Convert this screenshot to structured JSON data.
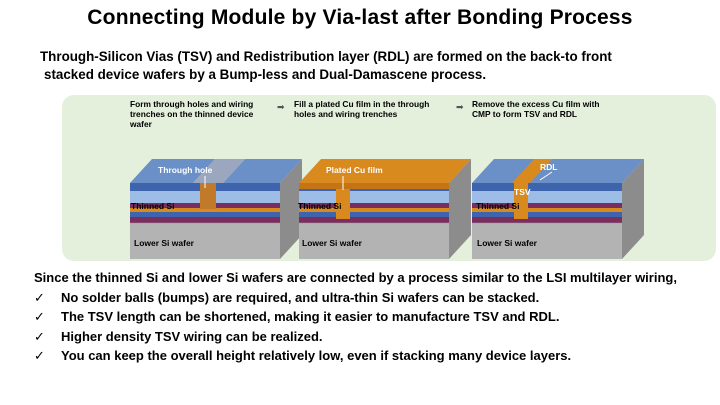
{
  "title": "Connecting Module by Via-last after Bonding Process",
  "intro": {
    "line1": "Through-Silicon Vias (TSV) and Redistribution layer (RDL) are formed on the back-to front",
    "line2": "stacked device wafers by a Bump-less and Dual-Damascene process."
  },
  "steps": [
    {
      "caption_lines": [
        "Form through holes and wiring",
        "trenches on the thinned device",
        "wafer"
      ],
      "callout": "Through hole",
      "si_label": "Thinned Si",
      "wafer_label": "Lower Si wafer"
    },
    {
      "caption_lines": [
        "Fill a plated Cu film in the through",
        "holes and wiring trenches"
      ],
      "callout": "Plated Cu film",
      "si_label": "Thinned Si",
      "wafer_label": "Lower Si wafer"
    },
    {
      "caption_lines": [
        "Remove the excess Cu film with",
        "CMP to form TSV and RDL"
      ],
      "callout": "RDL",
      "callout2": "TSV",
      "si_label": "Thinned Si",
      "wafer_label": "Lower Si wafer"
    }
  ],
  "arrow_icon": "right-arrow-icon",
  "summary": {
    "lead": "Since the thinned Si and lower Si wafers are connected by a process similar to the LSI multilayer wiring,",
    "check_glyph": "✓",
    "bullets": [
      "No solder balls (bumps) are required, and ultra-thin Si wafers can be stacked.",
      "The TSV length can be shortened, making it easier to manufacture TSV and RDL.",
      "Higher density TSV wiring can be realized.",
      "You can keep the overall height  relatively low, even if stacking many device layers."
    ]
  },
  "colors": {
    "panel": "#e4efdc",
    "silicon": "#b3b3b3",
    "thinned_si": "#6b8fc7",
    "wiring_layer": "#7a2e60",
    "copper": "#d98a1e",
    "blue_layer": "#3e64ad"
  }
}
